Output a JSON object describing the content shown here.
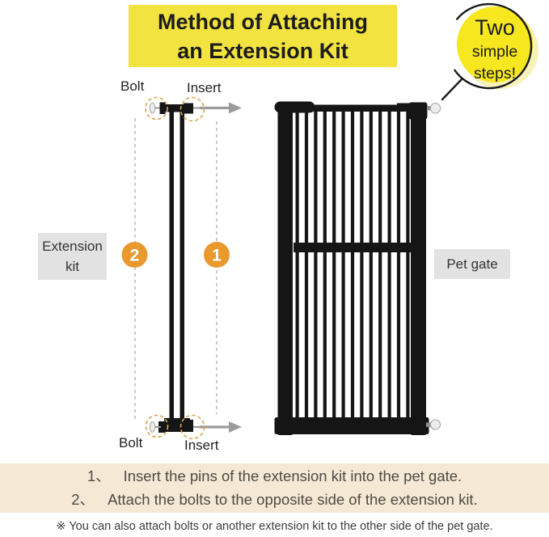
{
  "title": {
    "line1": "Method of Attaching",
    "line2": "an Extension Kit"
  },
  "badge": {
    "line1": "Two",
    "line2": "simple",
    "line3": "steps!"
  },
  "labels": {
    "bolt_top": "Bolt",
    "insert_top": "Insert",
    "bolt_bottom": "Bolt",
    "insert_bottom": "Insert",
    "extension_kit": "Extension kit",
    "pet_gate": "Pet gate"
  },
  "steps": {
    "one": "1",
    "two": "2"
  },
  "instructions": [
    {
      "number": "1、",
      "text": "Insert the pins of the extension kit into the pet gate."
    },
    {
      "number": "2、",
      "text": "Attach the bolts to the opposite side of the extension kit."
    }
  ],
  "footnote": "※ You can also attach bolts or another extension kit to the other side of the pet gate.",
  "colors": {
    "title_yellow": "#F2E340",
    "badge_yellow": "#F6E71F",
    "step_orange": "#E9992E",
    "band_beige": "#F5E9D6",
    "label_gray": "#E2E2E2",
    "diagram_black": "#151515",
    "arrow_gray": "#9B9B9B",
    "dash_tan": "#D8A64F"
  }
}
